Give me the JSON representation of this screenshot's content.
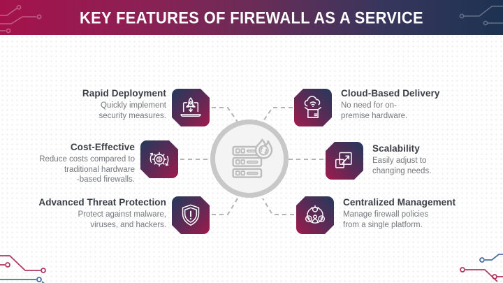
{
  "header": {
    "title": "KEY FEATURES OF FIREWALL AS A SERVICE"
  },
  "colors": {
    "crimson": "#A01A4C",
    "navy": "#1D3251",
    "badge_gradient_mid": "#5E2A55",
    "hub_ring_gray": "#C8C8C8",
    "connector_gray": "#B3B3B3",
    "title_text": "#3B3E45",
    "desc_text": "#75787D"
  },
  "center": {
    "icon": "firewall-server-sync-icon"
  },
  "features": {
    "left": [
      {
        "title": "Rapid Deployment",
        "desc": "Quickly implement\nsecurity measures.",
        "icon": "rocket-launch-laptop-icon"
      },
      {
        "title": "Cost-Effective",
        "desc": "Reduce costs compared to\ntraditional hardware\n-based firewalls.",
        "icon": "gear-dollar-recycle-icon"
      },
      {
        "title": "Advanced Threat Protection",
        "desc": "Protect against malware,\nviruses, and hackers.",
        "icon": "shield-alert-icon"
      }
    ],
    "right": [
      {
        "title": "Cloud-Based Delivery",
        "desc": "No need for on-\npremise hardware.",
        "icon": "cloud-box-delivery-icon"
      },
      {
        "title": "Scalability",
        "desc": "Easily adjust to\nchanging needs.",
        "icon": "expand-squares-arrow-icon"
      },
      {
        "title": "Centralized Management",
        "desc": "Manage firewall policies\nfrom a single platform.",
        "icon": "gear-clock-dollar-icon"
      }
    ]
  }
}
